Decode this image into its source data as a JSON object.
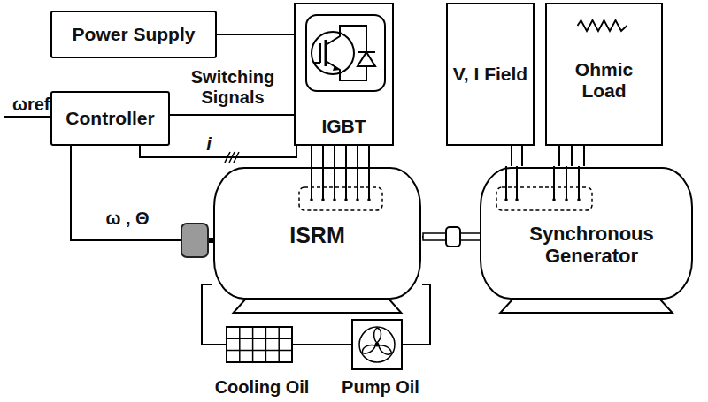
{
  "diagram": {
    "nodes": [
      {
        "text": [
          "Power Supply"
        ]
      },
      {
        "text": [
          "Controller"
        ]
      },
      {
        "text": [
          "IGBT"
        ]
      },
      {
        "text": [
          "V, I Field"
        ]
      },
      {
        "text": [
          "Ohmic Load"
        ]
      },
      {
        "text": [
          "ISRM"
        ]
      },
      {
        "text": [
          "Synchronous Generator"
        ]
      },
      {
        "text": [
          "Cooling Oil"
        ]
      },
      {
        "text": [
          "Pump Oil"
        ]
      }
    ],
    "edges": [
      {
        "from": 0,
        "to": 2,
        "arrow": "none"
      },
      {
        "from": 1,
        "to": 2,
        "label": "Switching Signals",
        "arrow": "none"
      },
      {
        "from": 2,
        "to": 1,
        "label": "i",
        "arrow": "none"
      },
      {
        "from": 2,
        "to": 5,
        "arrow": "none"
      },
      {
        "from": 1,
        "to": 5,
        "label": "ω , Θ",
        "arrow": "none"
      },
      {
        "from": 5,
        "to": 6,
        "arrow": "none"
      },
      {
        "from": 3,
        "to": 6,
        "arrow": "none"
      },
      {
        "from": 4,
        "to": 6,
        "arrow": "none"
      },
      {
        "from": 5,
        "to": 7,
        "arrow": "none"
      },
      {
        "from": 7,
        "to": 8,
        "arrow": "none"
      },
      {
        "from": 8,
        "to": 5,
        "arrow": "none"
      }
    ],
    "labels": [
      "ωref"
    ]
  }
}
